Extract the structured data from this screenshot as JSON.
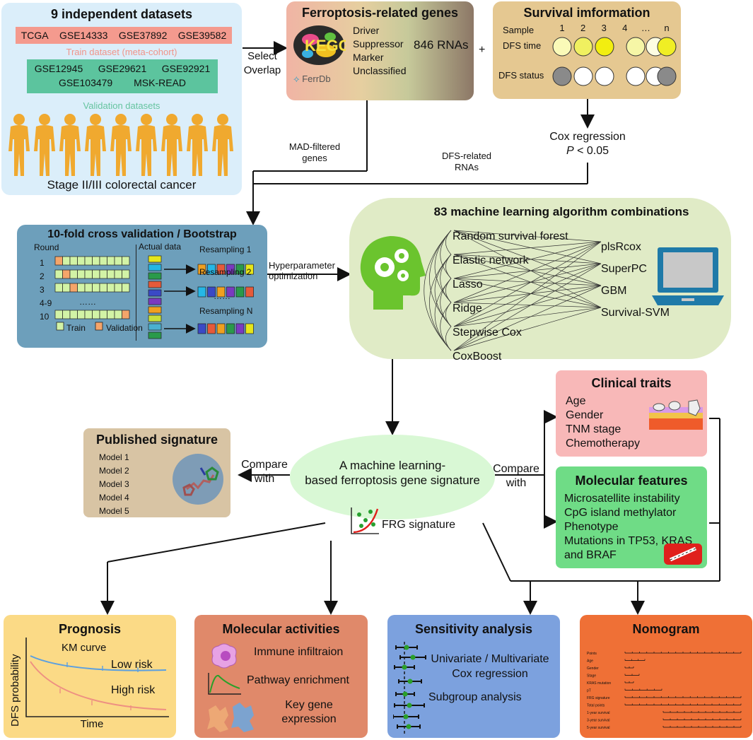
{
  "datasets": {
    "title": "9 independent datasets",
    "train_ids": [
      "TCGA",
      "GSE14333",
      "GSE37892",
      "GSE39582"
    ],
    "train_label": "Train dataset (meta-cohort)",
    "validation_ids_row1": [
      "GSE12945",
      "GSE29621",
      "GSE92921"
    ],
    "validation_ids_row2": [
      "GSE103479",
      "MSK-READ"
    ],
    "validation_label": "Validation datasets",
    "footer": "Stage II/III colorectal cancer"
  },
  "select_overlap": {
    "line1": "Select",
    "line2": "Overlap"
  },
  "ferroptosis": {
    "title": "Ferroptosis-related genes",
    "categories": [
      "Driver",
      "Suppressor",
      "Marker",
      "Unclassified"
    ],
    "count": "846 RNAs",
    "ferrdb_label": "FerrDb",
    "kegg_label": "KEGG"
  },
  "plus_sign": "+",
  "survival": {
    "title": "Survival imformation",
    "sample_label": "Sample",
    "sample_ids": [
      "1",
      "2",
      "3",
      "4",
      "…",
      "n"
    ],
    "dfs_time_label": "DFS time",
    "dfs_status_label": "DFS status",
    "time_colors": [
      "#fafab8",
      "#f0f060",
      "#f2ee10",
      "#f6f6a6",
      "#fdfde2",
      "#f0ee24"
    ],
    "status_colors": [
      "#8a8a8a",
      "#ffffff",
      "#ffffff",
      "#ffffff",
      "#ffffff",
      "#8a8a8a"
    ]
  },
  "cox": {
    "line1": "Cox regression",
    "p_symbol": "P",
    "p_rest": " < 0.05"
  },
  "mad_label": {
    "line1": "MAD-filtered",
    "line2": "genes"
  },
  "dfs_related": {
    "line1": "DFS-related",
    "line2": "RNAs"
  },
  "cv": {
    "title": "10-fold cross validation / Bootstrap",
    "round_label": "Round",
    "rounds": [
      "1",
      "2",
      "3",
      "4-9",
      "10"
    ],
    "ellipsis": "……",
    "actual_label": "Actual data",
    "resampling": [
      "Resampling 1",
      "Resampling 2",
      "Resampling N"
    ],
    "resampling_ellipsis": "……",
    "train_legend": "Train",
    "validation_legend": "Validation",
    "train_color": "#d2f3a6",
    "validation_color": "#f5a56a"
  },
  "hyperparameter": {
    "line1": "Hyperparameter",
    "line2": "optimization"
  },
  "ml": {
    "title": "83 machine learning algorithm combinations",
    "left_algos": [
      "Random survival forest",
      "Elastic network",
      "Lasso",
      "Ridge",
      "Stepwise Cox",
      "CoxBoost"
    ],
    "right_algos": [
      "plsRcox",
      "SuperPC",
      "GBM",
      "Survival-SVM"
    ]
  },
  "center": {
    "line1": "A machine learning-",
    "line2": "based ferroptosis gene signature"
  },
  "frg_label": "FRG signature",
  "compare_left": {
    "line1": "Compare",
    "line2": "with"
  },
  "compare_right": {
    "line1": "Compare",
    "line2": "with"
  },
  "published": {
    "title": "Published signature",
    "models": [
      "Model 1",
      "Model 2",
      "Model 3",
      "Model 4",
      "Model 5"
    ]
  },
  "clinical": {
    "title": "Clinical traits",
    "items": [
      "Age",
      "Gender",
      "TNM stage",
      "Chemotherapy"
    ]
  },
  "molecular_features": {
    "title": "Molecular features",
    "items": [
      "Microsatellite instability",
      "CpG island methylator",
      "Phenotype",
      "Mutations in TP53, KRAS",
      "and BRAF"
    ]
  },
  "prognosis": {
    "title": "Prognosis",
    "km_label": "KM curve",
    "low_risk": "Low risk",
    "high_risk": "High risk",
    "y_axis": "DFS probability",
    "x_axis": "Time"
  },
  "molecular_activities": {
    "title": "Molecular activities",
    "item1": "Immune infiltraion",
    "item2": "Pathway enrichment",
    "item3_line1": "Key gene",
    "item3_line2": "expression"
  },
  "sensitivity": {
    "title": "Sensitivity analysis",
    "line1": "Univariate / Multivariate",
    "line2": "Cox regression",
    "line3": "Subgroup analysis"
  },
  "nomogram": {
    "title": "Nomogram",
    "rows": [
      "Points",
      "Age",
      "Gender",
      "Stage",
      "KRAS mutation",
      "pT",
      "FRG signature",
      "Total points",
      "1-year survival",
      "3-year survival",
      "5-year survival"
    ]
  },
  "colors": {
    "datasets_bg": "#dbeefa",
    "train_bar": "#f49a8e",
    "train_text": "#f0948a",
    "validation_bar": "#5cc49e",
    "validation_text": "#66c4a0",
    "person": "#f0a92f",
    "cv_bg": "#6d9fbb",
    "ml_bg": "#e0ebc6",
    "center_ellipse": "#d9f8d5",
    "published_bg": "#d8c4a4",
    "clinical_bg": "#f8b8b8",
    "molecular_bg": "#6fdc86",
    "prognosis_bg": "#fbda86",
    "activities_bg": "#e0896a",
    "sensitivity_bg": "#7ca1de",
    "nomogram_bg": "#ef7036",
    "km_low": "#5b9fe0",
    "km_high": "#ee9082",
    "laptop": "#1f7aa8"
  }
}
